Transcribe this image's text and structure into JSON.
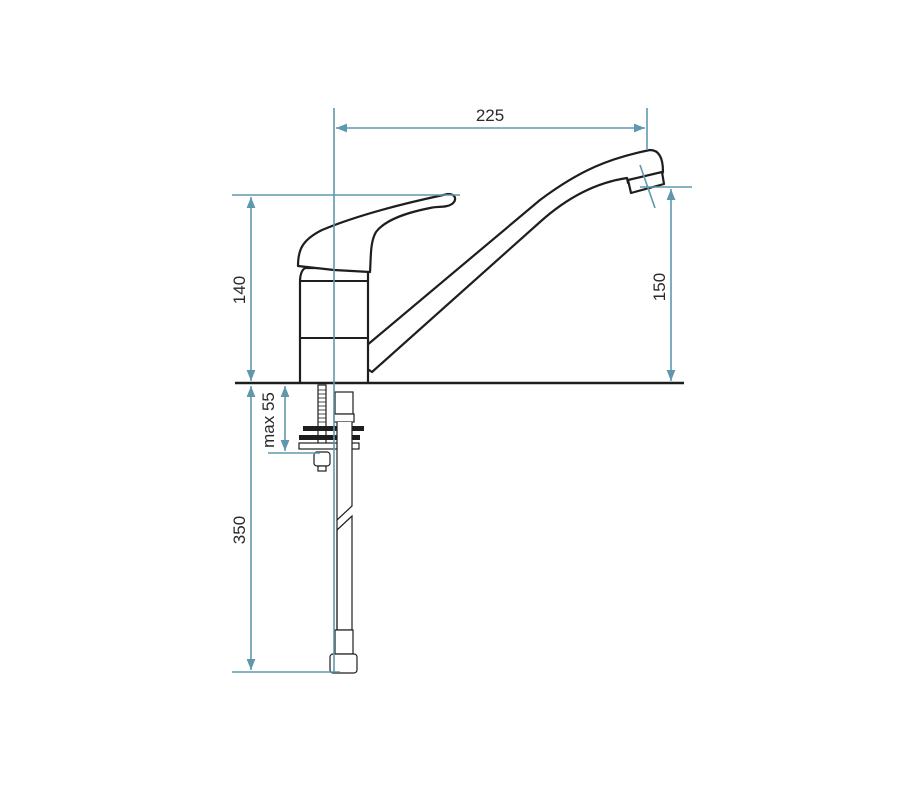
{
  "dimensions": {
    "spout_reach": "225",
    "body_height": "140",
    "spout_height": "150",
    "max_counter_thickness": "max 55",
    "hose_length": "350"
  },
  "colors": {
    "dimension_lines": "#5f98ae",
    "outline": "#1e1e1e"
  }
}
